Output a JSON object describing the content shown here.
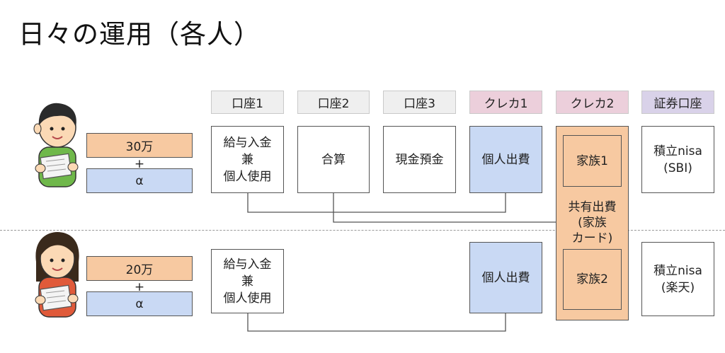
{
  "title": "日々の運用（各人）",
  "headers": {
    "account1": "口座1",
    "account2": "口座2",
    "account3": "口座3",
    "card1": "クレカ1",
    "card2": "クレカ2",
    "securities": "証券口座"
  },
  "person1": {
    "income": "30万",
    "plus": "+",
    "alpha": "α",
    "account1": "給与入金\n兼\n個人使用",
    "account2": "合算",
    "account3": "現金預金",
    "card1": "個人出費",
    "family": "家族1",
    "securities": "積立nisa\n(SBI)"
  },
  "shared": {
    "label": "共有出費\n(家族\nカード)"
  },
  "person2": {
    "income": "20万",
    "plus": "+",
    "alpha": "α",
    "account1": "給与入金\n兼\n個人使用",
    "card1": "個人出費",
    "family": "家族2",
    "securities": "積立nisa\n(楽天)"
  }
}
